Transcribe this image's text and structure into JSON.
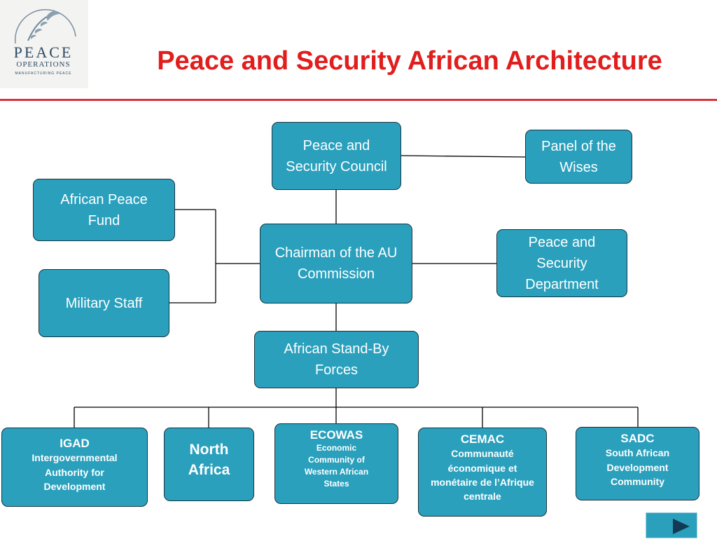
{
  "slide": {
    "title": "Peace and Security African Architecture",
    "accent_color": "#e11e1e",
    "box_color": "#2aa0bd",
    "logo": {
      "word1": "PEACE",
      "word2": "OPERATIONS",
      "tagline": "MANUFACTURING PEACE"
    }
  },
  "nodes": {
    "psc": "Peace and Security Council",
    "panel": "Panel of the Wises",
    "fund": "African Peace Fund",
    "chairman": "Chairman of the AU Commission",
    "department": "Peace and Security Department",
    "military": "Military Staff",
    "standby": "African Stand-By Forces"
  },
  "regions": {
    "igad": {
      "abbr": "IGAD",
      "full": "Intergovernmental Authority for Development"
    },
    "north_africa": {
      "abbr": "North Africa"
    },
    "ecowas": {
      "abbr": "ECOWAS",
      "full": "Economic Community of Western African States"
    },
    "cemac": {
      "abbr": "CEMAC",
      "full": "Communauté économique et monétaire de l’Afrique centrale"
    },
    "sadc": {
      "abbr": "SADC",
      "full": "South African Development Community"
    }
  },
  "nav": {
    "icon": "play-next-icon"
  }
}
